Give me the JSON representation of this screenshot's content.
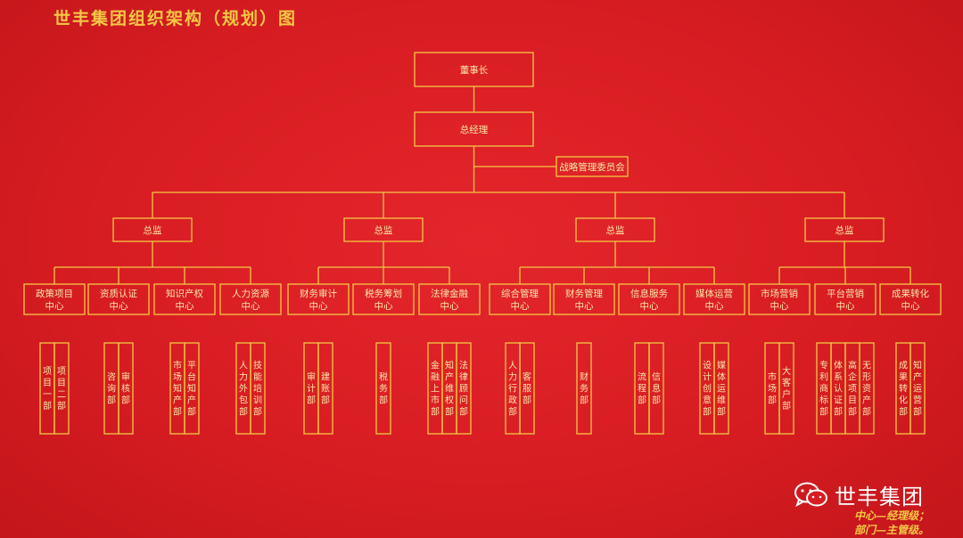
{
  "title": "世丰集团组织架构（规划）图",
  "chairman": "董事长",
  "gm": "总经理",
  "committee": "战略管理委员会",
  "groups": [
    {
      "director": "总监",
      "centers": [
        {
          "name": [
            "政策项目",
            "中心"
          ],
          "depts": [
            "项目一部",
            "项目二部"
          ]
        },
        {
          "name": [
            "资质认证",
            "中心"
          ],
          "depts": [
            "咨询部",
            "审核部"
          ]
        },
        {
          "name": [
            "知识产权",
            "中心"
          ],
          "depts": [
            "市场知产部",
            "平台知产部"
          ]
        },
        {
          "name": [
            "人力资源",
            "中心"
          ],
          "depts": [
            "人力外包部",
            "技能培训部"
          ]
        }
      ]
    },
    {
      "director": "总监",
      "centers": [
        {
          "name": [
            "财务审计",
            "中心"
          ],
          "depts": [
            "审计部",
            "建账部"
          ]
        },
        {
          "name": [
            "税务筹划",
            "中心"
          ],
          "depts": [
            "税务部"
          ]
        },
        {
          "name": [
            "法律金融",
            "中心"
          ],
          "depts": [
            "金融上市部",
            "知产维权部",
            "法律顾问部"
          ]
        }
      ]
    },
    {
      "director": "总监",
      "centers": [
        {
          "name": [
            "综合管理",
            "中心"
          ],
          "depts": [
            "人力行政部",
            "客服部"
          ]
        },
        {
          "name": [
            "财务管理",
            "中心"
          ],
          "depts": [
            "财务部"
          ]
        },
        {
          "name": [
            "信息服务",
            "中心"
          ],
          "depts": [
            "流程部",
            "信息部"
          ]
        },
        {
          "name": [
            "媒体运营",
            "中心"
          ],
          "depts": [
            "设计创意部",
            "媒体运维部"
          ]
        }
      ]
    },
    {
      "director": "总监",
      "centers": [
        {
          "name": [
            "市场营销",
            "中心"
          ],
          "depts": [
            "市场部",
            "大客户部"
          ]
        },
        {
          "name": [
            "平台营销",
            "中心"
          ],
          "depts": [
            "专利商标部",
            "体系认证部",
            "高企项目部",
            "无形资产部"
          ]
        },
        {
          "name": [
            "成果转化",
            "中心"
          ],
          "depts": [
            "成果转化部",
            "知产运营部"
          ]
        }
      ]
    }
  ],
  "brand": "世丰集团",
  "notes": [
    "中心—经理级；",
    "部门—主管级。"
  ]
}
